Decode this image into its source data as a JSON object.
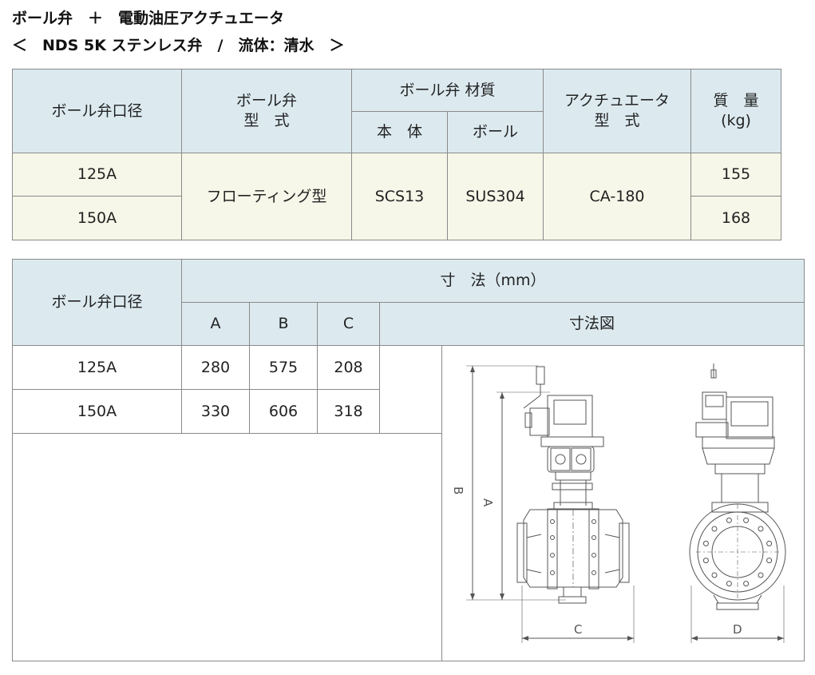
{
  "title": {
    "line1": "ボール弁　＋　電動油圧アクチュエータ",
    "line2": "＜　NDS 5K ステンレス弁　/　流体：清水　＞"
  },
  "spec_table": {
    "headers": {
      "bore": "ボール弁口径",
      "valve_type_1": "ボール弁",
      "valve_type_2": "型　式",
      "material": "ボール弁 材質",
      "body": "本　体",
      "ball": "ボール",
      "actuator_1": "アクチュエータ",
      "actuator_2": "型　式",
      "weight_1": "質　量",
      "weight_2": "(kg)"
    },
    "rows": [
      {
        "bore": "125A",
        "weight": "155"
      },
      {
        "bore": "150A",
        "weight": "168"
      }
    ],
    "shared": {
      "valve_type": "フローティング型",
      "body": "SCS13",
      "ball": "SUS304",
      "actuator": "CA-180"
    }
  },
  "dim_table": {
    "headers": {
      "bore": "ボール弁口径",
      "dimensions": "寸　法（mm）",
      "a": "A",
      "b": "B",
      "c": "C",
      "drawing": "寸法図"
    },
    "rows": [
      {
        "bore": "125A",
        "a": "280",
        "b": "575",
        "c": "208"
      },
      {
        "bore": "150A",
        "a": "330",
        "b": "606",
        "c": "318"
      }
    ],
    "drawing_labels": {
      "a": "A",
      "b": "B",
      "c": "C",
      "d": "D"
    }
  }
}
